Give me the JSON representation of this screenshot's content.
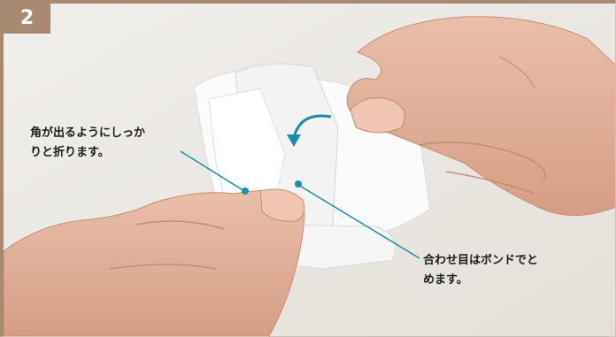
{
  "step": {
    "number": "2",
    "color": "#a88a72"
  },
  "photo": {
    "subject": "hands folding paper",
    "background_color": "#ece9e3",
    "skin_color": "#e3b39c",
    "paper_color": "#fafafa",
    "callout_line_color": "#1590a8",
    "arrow_color": "#1590a8"
  },
  "callouts": {
    "left": {
      "line1": "角が出るようにしっか",
      "line2": "りと折ります。"
    },
    "right": {
      "line1": "合わせ目はボンドでと",
      "line2": "めます。"
    }
  }
}
